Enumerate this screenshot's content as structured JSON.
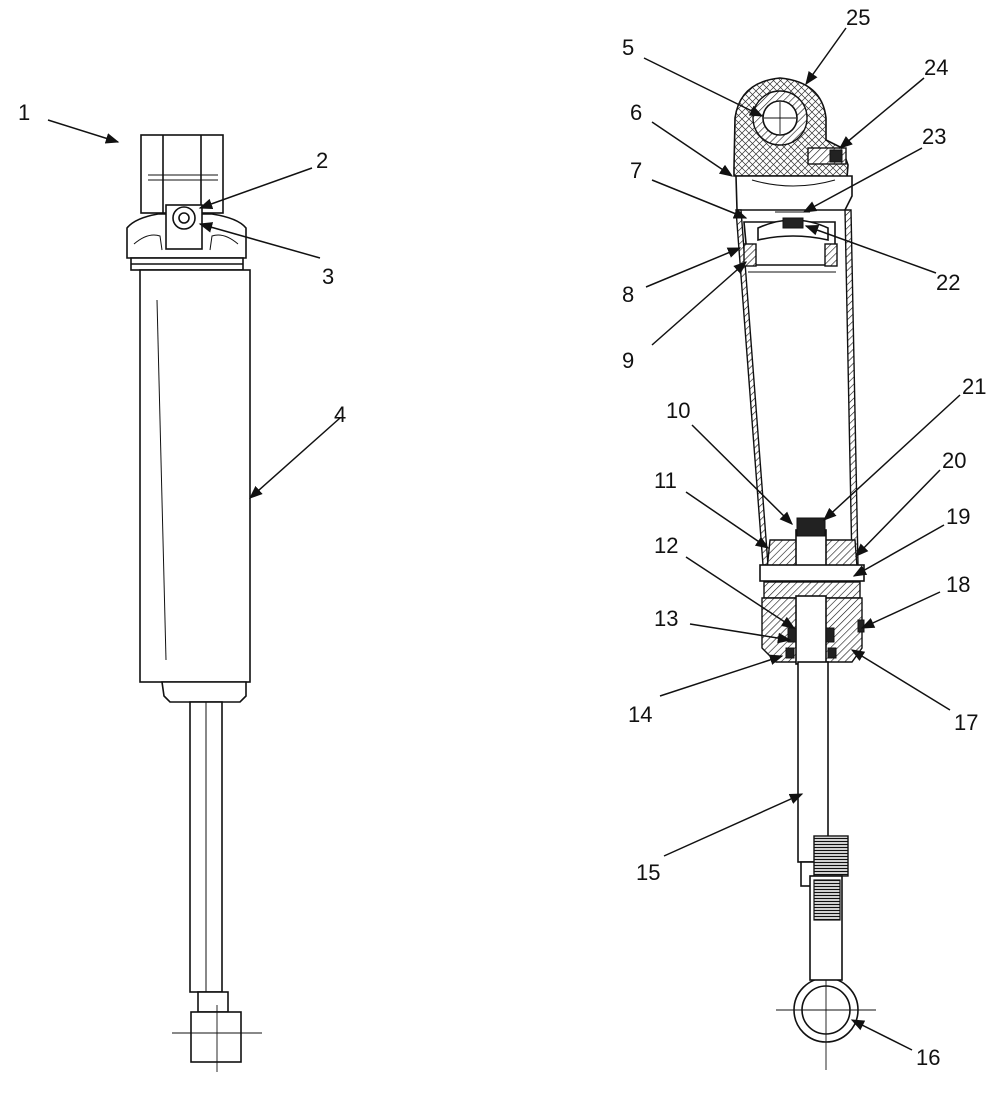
{
  "callouts": [
    {
      "n": "1"
    },
    {
      "n": "2"
    },
    {
      "n": "3"
    },
    {
      "n": "4"
    },
    {
      "n": "5"
    },
    {
      "n": "6"
    },
    {
      "n": "7"
    },
    {
      "n": "8"
    },
    {
      "n": "9"
    },
    {
      "n": "10"
    },
    {
      "n": "11"
    },
    {
      "n": "12"
    },
    {
      "n": "13"
    },
    {
      "n": "14"
    },
    {
      "n": "15"
    },
    {
      "n": "16"
    },
    {
      "n": "17"
    },
    {
      "n": "18"
    },
    {
      "n": "19"
    },
    {
      "n": "20"
    },
    {
      "n": "21"
    },
    {
      "n": "22"
    },
    {
      "n": "23"
    },
    {
      "n": "24"
    },
    {
      "n": "25"
    }
  ]
}
